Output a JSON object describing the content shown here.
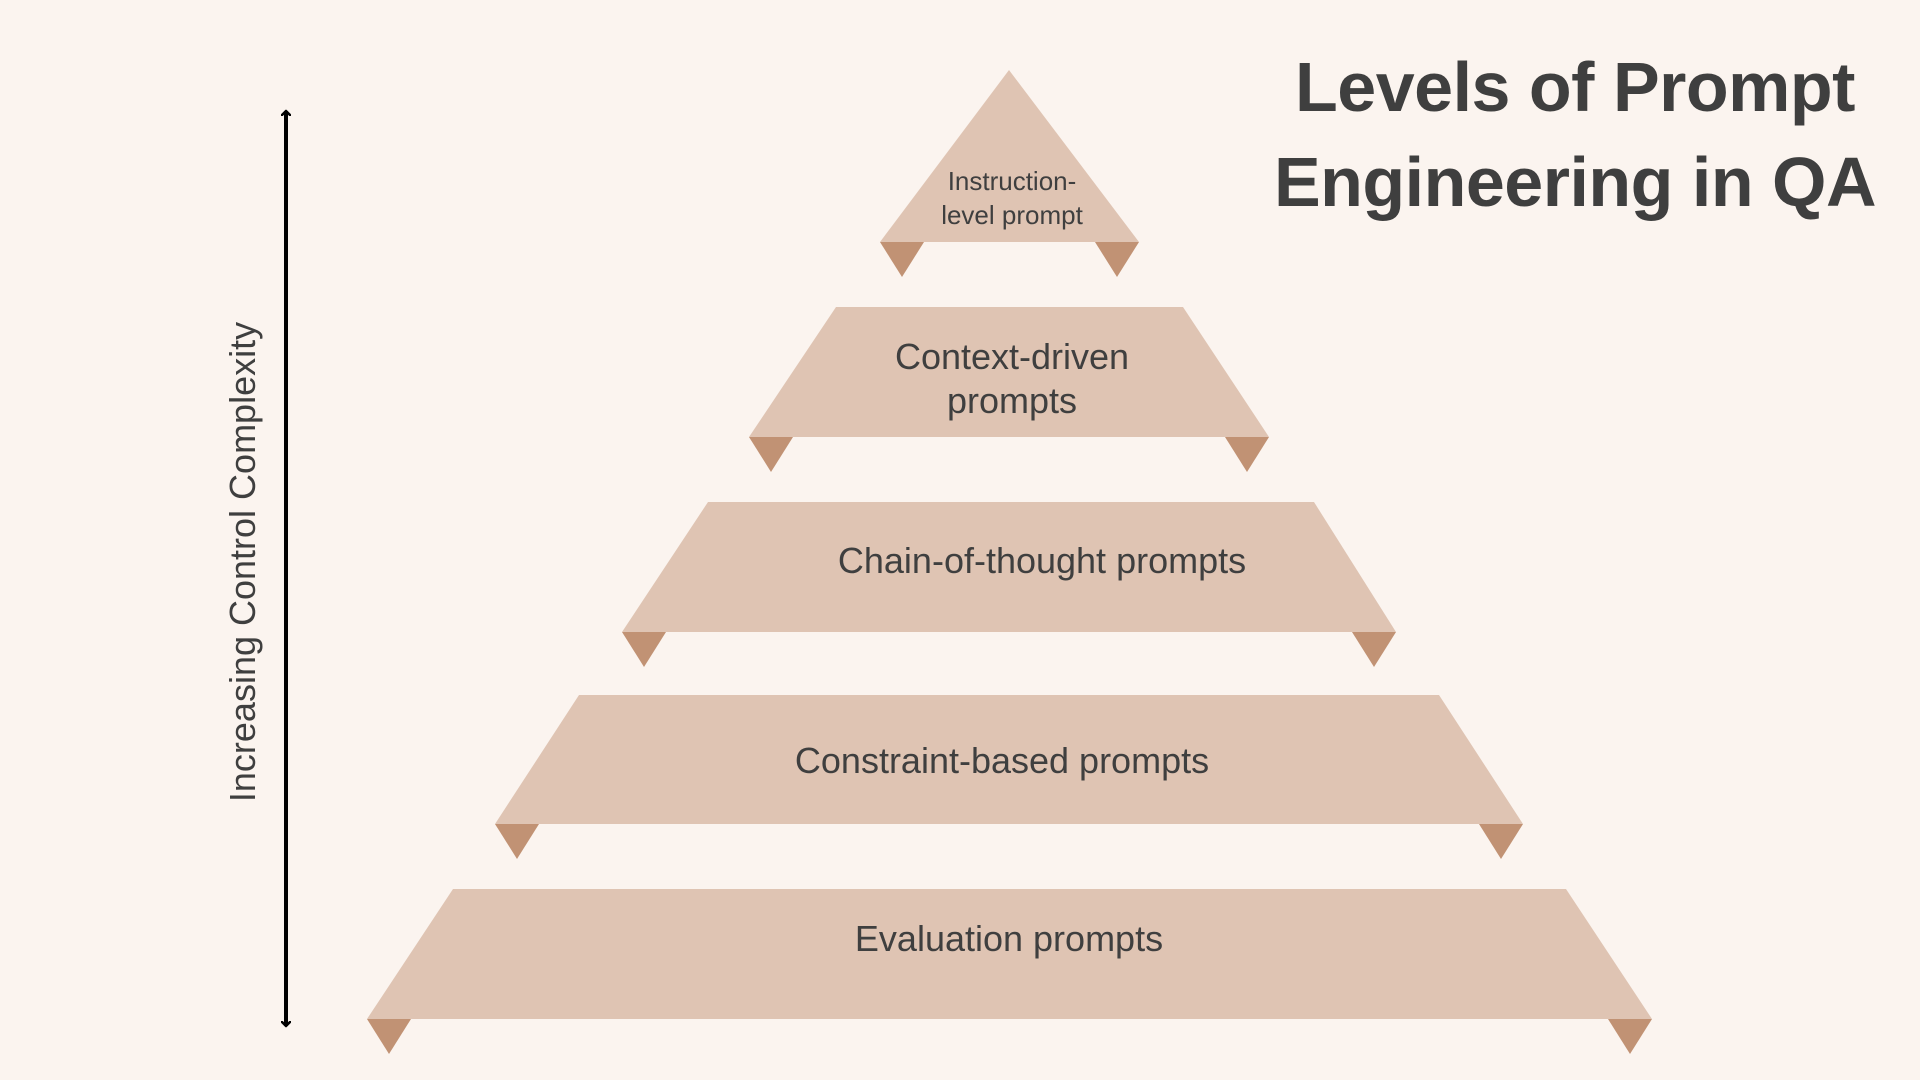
{
  "title": {
    "line1": "Levels of Prompt",
    "line2": "Engineering in QA"
  },
  "axis": {
    "label": "Increasing Control Complexity",
    "direction": "bidirectional-vertical"
  },
  "colors": {
    "background": "#fbf4ef",
    "band_fill": "#dfc4b3",
    "flap_fill": "#c19274",
    "text": "#3f3f3f",
    "arrow": "#000000"
  },
  "levels": [
    {
      "label_line1": "Instruction-",
      "label_line2": "level prompt",
      "tier": 1
    },
    {
      "label_line1": "Context-driven",
      "label_line2": "prompts",
      "tier": 2
    },
    {
      "label_line1": "Chain-of-thought prompts",
      "label_line2": "",
      "tier": 3
    },
    {
      "label_line1": "Constraint-based prompts",
      "label_line2": "",
      "tier": 4
    },
    {
      "label_line1": "Evaluation prompts",
      "label_line2": "",
      "tier": 5
    }
  ]
}
